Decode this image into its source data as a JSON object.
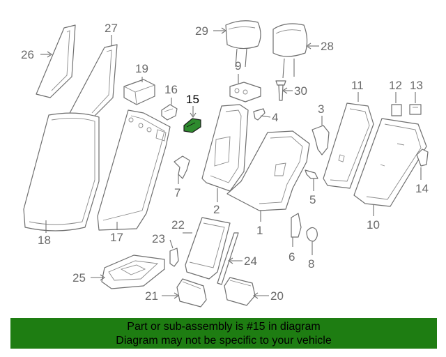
{
  "diagram": {
    "highlighted_part": "15",
    "labels": {
      "p1": "1",
      "p2": "2",
      "p3": "3",
      "p4": "4",
      "p5": "5",
      "p6": "6",
      "p7": "7",
      "p8": "8",
      "p9": "9",
      "p10": "10",
      "p11": "11",
      "p12": "12",
      "p13": "13",
      "p14": "14",
      "p15": "15",
      "p16": "16",
      "p17": "17",
      "p18": "18",
      "p19": "19",
      "p20": "20",
      "p21": "21",
      "p22": "22",
      "p23": "23",
      "p24": "24",
      "p25": "25",
      "p26": "26",
      "p27": "27",
      "p28": "28",
      "p29": "29",
      "p30": "30"
    },
    "colors": {
      "highlight": "#2e8b2e",
      "banner": "#1e7d12"
    }
  },
  "banner": {
    "line1": "Part or sub-assembly is #15 in diagram",
    "line2": "Diagram may not be specific to your vehicle"
  }
}
